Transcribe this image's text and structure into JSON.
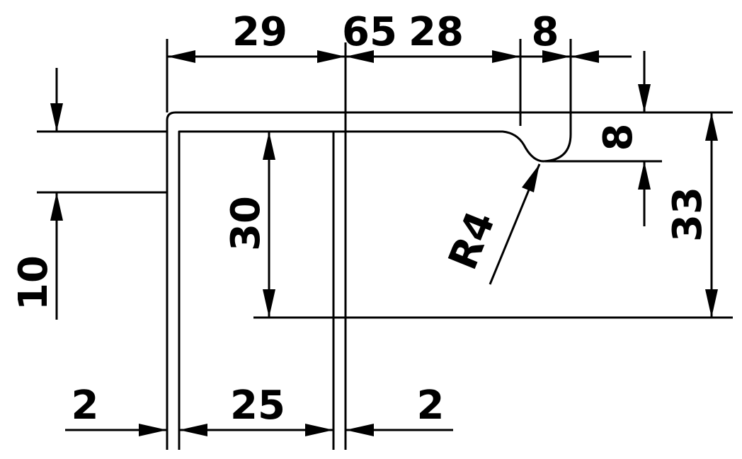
{
  "drawing": {
    "dimensions": {
      "top_29": "29",
      "top_65": "65",
      "top_28": "28",
      "top_8": "8",
      "right_8": "8",
      "right_33": "33",
      "left_10": "10",
      "center_30": "30",
      "radius": "R4",
      "bottom_2_left": "2",
      "bottom_25": "25",
      "bottom_2_right": "2"
    },
    "line_color": "#000000",
    "background_color": "#ffffff"
  }
}
